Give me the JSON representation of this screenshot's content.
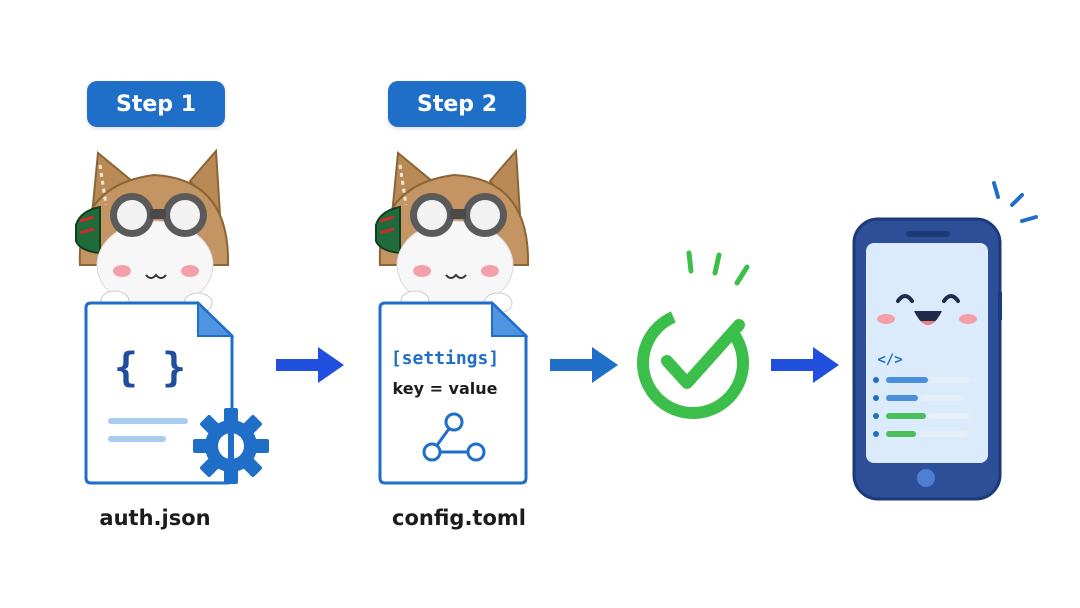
{
  "steps": [
    {
      "label": "Step 1"
    },
    {
      "label": "Step 2"
    }
  ],
  "files": [
    {
      "name": "auth.json",
      "glyph": "{ }",
      "icon": "gear-icon"
    },
    {
      "name": "config.toml",
      "line1": "[settings]",
      "line2": "key = value",
      "icon": "share-nodes-icon"
    }
  ],
  "phone": {
    "code_glyph": "</>"
  },
  "colors": {
    "badge": "#1f6fc8",
    "document_stroke": "#1f6fc8",
    "arrow": "#1f4fdc",
    "check_green": "#3cbf4a",
    "phone_body": "#2c4f98",
    "phone_screen": "#dcebfb"
  },
  "icons": [
    "cat-mascot-icon",
    "gear-icon",
    "share-nodes-icon",
    "check-circle-icon",
    "arrow-right-icon",
    "smartphone-icon",
    "smiley-face-icon",
    "code-icon"
  ]
}
